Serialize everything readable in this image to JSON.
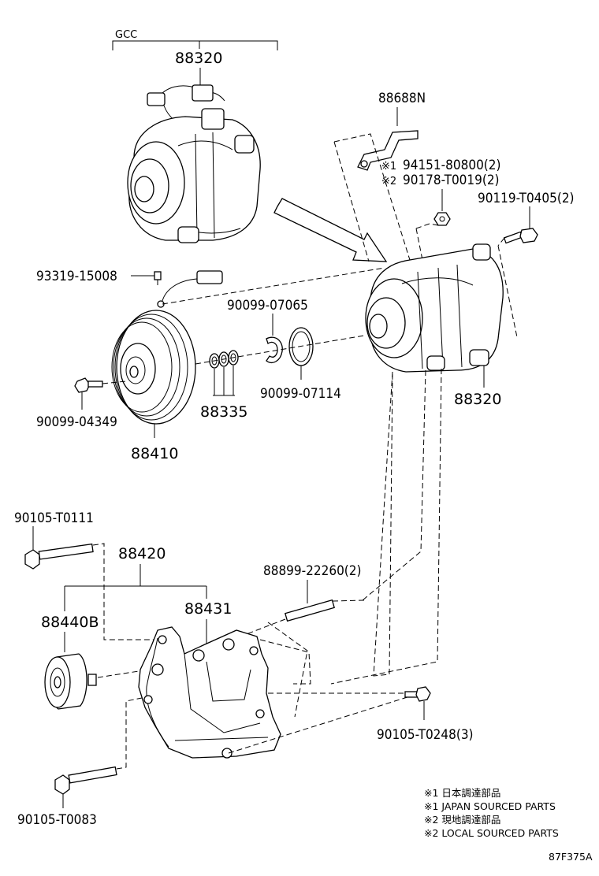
{
  "labels": {
    "gcc": "GCC",
    "compressor_top": "88320",
    "bracket_88688n": "88688N",
    "bolt_94151": "94151-80800(2)",
    "nut_90178": "90178-T0019(2)",
    "bolt_90119": "90119-T0405(2)",
    "screw_93319": "93319-15008",
    "ring_90099_07065": "90099-07065",
    "ring_90099_07114": "90099-07114",
    "compressor_right": "88320",
    "bolt_90099_04349": "90099-04349",
    "shims_88335": "88335",
    "pulley_88410": "88410",
    "bolt_90105_t0111": "90105-T0111",
    "bracket_88420": "88420",
    "stud_88899": "88899-22260(2)",
    "idler_88440b": "88440B",
    "bracket_88431": "88431",
    "bolt_90105_t0248": "90105-T0248(3)",
    "bolt_90105_t0083": "90105-T0083",
    "mark1": "※1",
    "mark2": "※2"
  },
  "notes": {
    "line1": "※1 日本調達部品",
    "line2": "※1 JAPAN SOURCED PARTS",
    "line3": "※2 現地調達部品",
    "line4": "※2 LOCAL SOURCED PARTS"
  },
  "figure_id": "87F375A"
}
